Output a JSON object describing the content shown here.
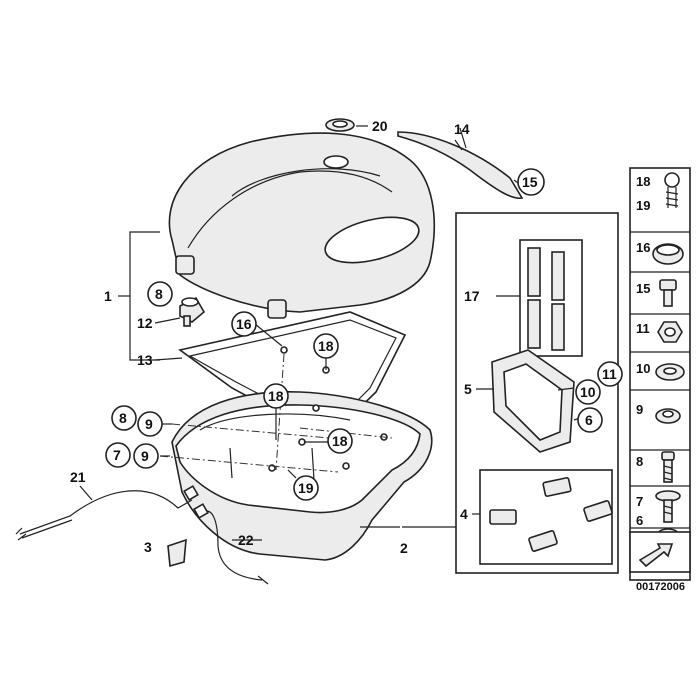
{
  "callouts": [
    {
      "id": "c1",
      "text": "1",
      "circled": false
    },
    {
      "id": "c2",
      "text": "2",
      "circled": false
    },
    {
      "id": "c3",
      "text": "3",
      "circled": false
    },
    {
      "id": "c4",
      "text": "4",
      "circled": false
    },
    {
      "id": "c5",
      "text": "5",
      "circled": false
    },
    {
      "id": "c6",
      "text": "6",
      "circled": true
    },
    {
      "id": "c7",
      "text": "7",
      "circled": true
    },
    {
      "id": "c8a",
      "text": "8",
      "circled": true
    },
    {
      "id": "c8b",
      "text": "8",
      "circled": true
    },
    {
      "id": "c9a",
      "text": "9",
      "circled": true
    },
    {
      "id": "c9b",
      "text": "9",
      "circled": true
    },
    {
      "id": "c10",
      "text": "10",
      "circled": true
    },
    {
      "id": "c11",
      "text": "11",
      "circled": true
    },
    {
      "id": "c12",
      "text": "12",
      "circled": false
    },
    {
      "id": "c13",
      "text": "13",
      "circled": false
    },
    {
      "id": "c14",
      "text": "14",
      "circled": false
    },
    {
      "id": "c15",
      "text": "15",
      "circled": true
    },
    {
      "id": "c16",
      "text": "16",
      "circled": true
    },
    {
      "id": "c17",
      "text": "17",
      "circled": false
    },
    {
      "id": "c18a",
      "text": "18",
      "circled": true
    },
    {
      "id": "c18b",
      "text": "18",
      "circled": true
    },
    {
      "id": "c18c",
      "text": "18",
      "circled": true
    },
    {
      "id": "c19",
      "text": "19",
      "circled": true
    },
    {
      "id": "c20",
      "text": "20",
      "circled": false
    },
    {
      "id": "c21",
      "text": "21",
      "circled": false
    },
    {
      "id": "c22",
      "text": "22",
      "circled": false
    }
  ],
  "legend": [
    {
      "id": "l18",
      "text": "18",
      "sub": "19"
    },
    {
      "id": "l16",
      "text": "16"
    },
    {
      "id": "l15",
      "text": "15"
    },
    {
      "id": "l11",
      "text": "11"
    },
    {
      "id": "l10",
      "text": "10"
    },
    {
      "id": "l9",
      "text": "9"
    },
    {
      "id": "l8",
      "text": "8"
    },
    {
      "id": "l7",
      "text": "7"
    },
    {
      "id": "l6",
      "text": "6"
    }
  ],
  "diagram_code": "00172006"
}
